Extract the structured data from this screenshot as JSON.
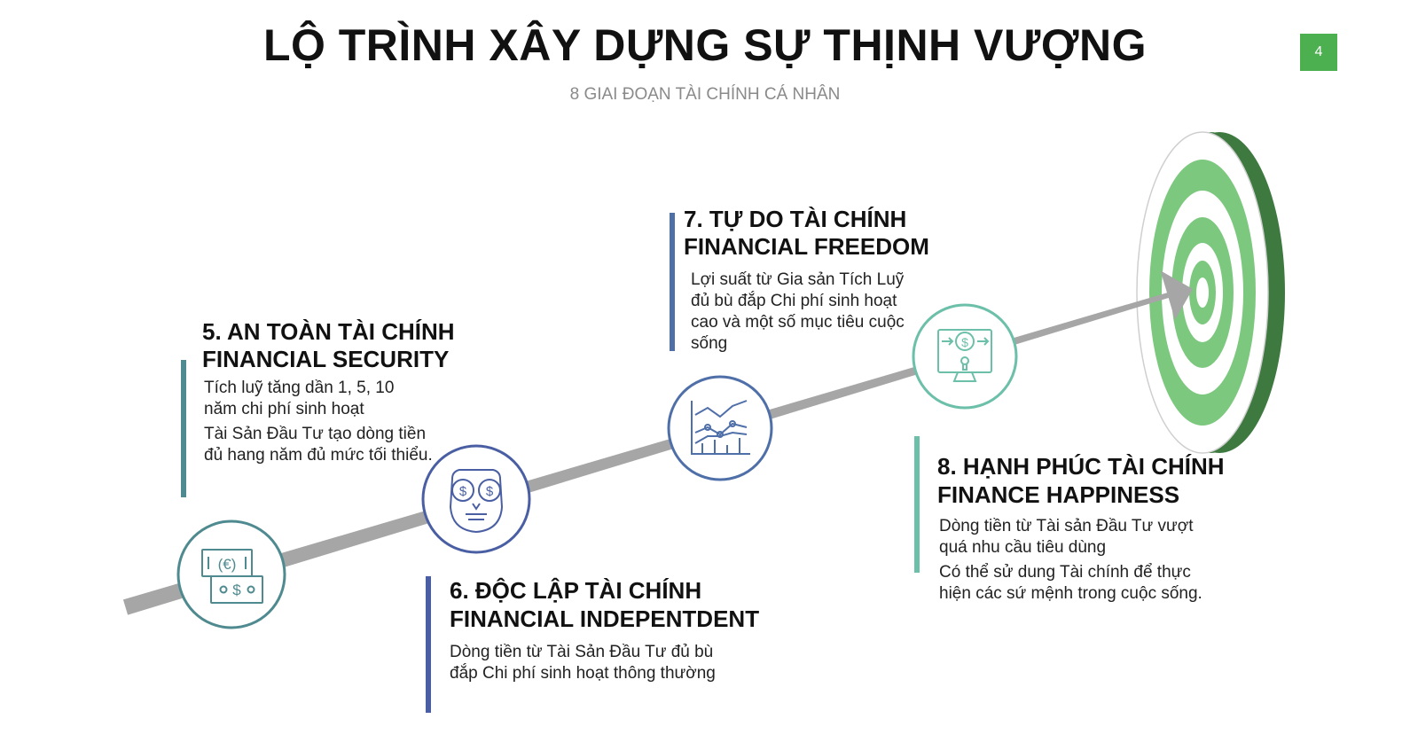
{
  "header": {
    "title": "LỘ TRÌNH XÂY DỰNG SỰ THỊNH VƯỢNG",
    "subtitle": "8 GIAI ĐOẠN TÀI CHÍNH CÁ NHÂN",
    "page_number": "4"
  },
  "colors": {
    "page_badge": "#4caf50",
    "arrow": "#a6a6a6",
    "stage5": "#4e8a8f",
    "stage6": "#4a5fa3",
    "stage7": "#4f6fa8",
    "stage8": "#6cbfa8",
    "target_dark": "#3e7a40",
    "target_light": "#7dc87f"
  },
  "icons": [
    "money-icon",
    "owl-money-icon",
    "chart-icon",
    "secure-transfer-icon",
    "target-icon"
  ],
  "stages": {
    "s5": {
      "title_vi": "5. AN TOÀN TÀI CHÍNH",
      "title_en": "FINANCIAL SECURITY",
      "desc": [
        "Tích luỹ  tăng dần 1, 5, 10",
        "năm chi phí sinh hoạt",
        "Tài Sản Đầu Tư  tạo dòng tiền",
        "đủ hang năm đủ mức tối thiểu."
      ]
    },
    "s6": {
      "title_vi": "6. ĐỘC LẬP TÀI CHÍNH",
      "title_en": "FINANCIAL INDEPENTDENT",
      "desc": [
        "Dòng tiền từ Tài Sản Đầu Tư đủ bù",
        "đắp Chi phí sinh hoạt thông thường"
      ]
    },
    "s7": {
      "title_vi": "7. TỰ DO TÀI CHÍNH",
      "title_en": "FINANCIAL FREEDOM",
      "desc": [
        "Lợi suất từ Gia sản Tích Luỹ",
        "đủ bù đắp Chi phí sinh hoạt",
        "cao và một số mục tiêu cuộc",
        "sống"
      ]
    },
    "s8": {
      "title_vi": "8. HẠNH PHÚC TÀI CHÍNH",
      "title_en": "FINANCE HAPPINESS",
      "desc": [
        "Dòng tiền từ Tài sản Đầu Tư vượt",
        "quá nhu cầu tiêu dùng",
        "Có thể sử dung  Tài chính để thực",
        "hiện các sứ mệnh trong cuộc sống."
      ]
    }
  }
}
